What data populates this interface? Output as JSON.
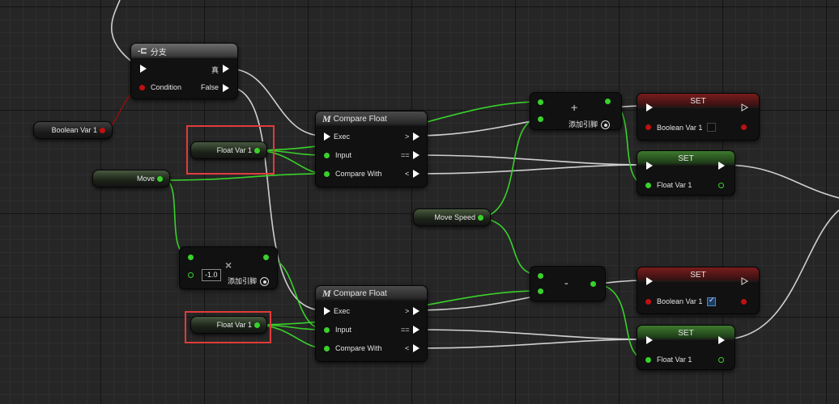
{
  "branch": {
    "title": "分支",
    "pin_true": "真",
    "pin_condition": "Condition",
    "pin_false": "False"
  },
  "vars": {
    "boolean_var_1": "Boolean Var 1",
    "float_var_1": "Float Var 1",
    "move": "Move",
    "move_speed": "Move Speed"
  },
  "compare_top": {
    "title": "Compare Float",
    "exec": "Exec",
    "input": "Input",
    "compare_with": "Compare With",
    "gt": ">",
    "eq": "==",
    "lt": "<"
  },
  "compare_bottom": {
    "title": "Compare Float",
    "exec": "Exec",
    "input": "Input",
    "compare_with": "Compare With",
    "gt": ">",
    "eq": "==",
    "lt": "<"
  },
  "multiply": {
    "symbol": "×",
    "value": "-1.0",
    "add_pin": "添加引脚"
  },
  "add": {
    "symbol": "+",
    "add_pin": "添加引脚"
  },
  "subtract": {
    "symbol": "-"
  },
  "set_bool_top": {
    "title": "SET",
    "label": "Boolean Var 1",
    "checked": false
  },
  "set_float_top": {
    "title": "SET",
    "label": "Float Var 1"
  },
  "set_bool_bottom": {
    "title": "SET",
    "label": "Boolean Var 1",
    "checked": true
  },
  "set_float_bottom": {
    "title": "SET",
    "label": "Float Var 1"
  },
  "colors": {
    "exec_wire": "#d9d9d9",
    "float_wire": "#39d12b",
    "bool_wire": "#8b1010",
    "highlight": "#e23b3b"
  }
}
